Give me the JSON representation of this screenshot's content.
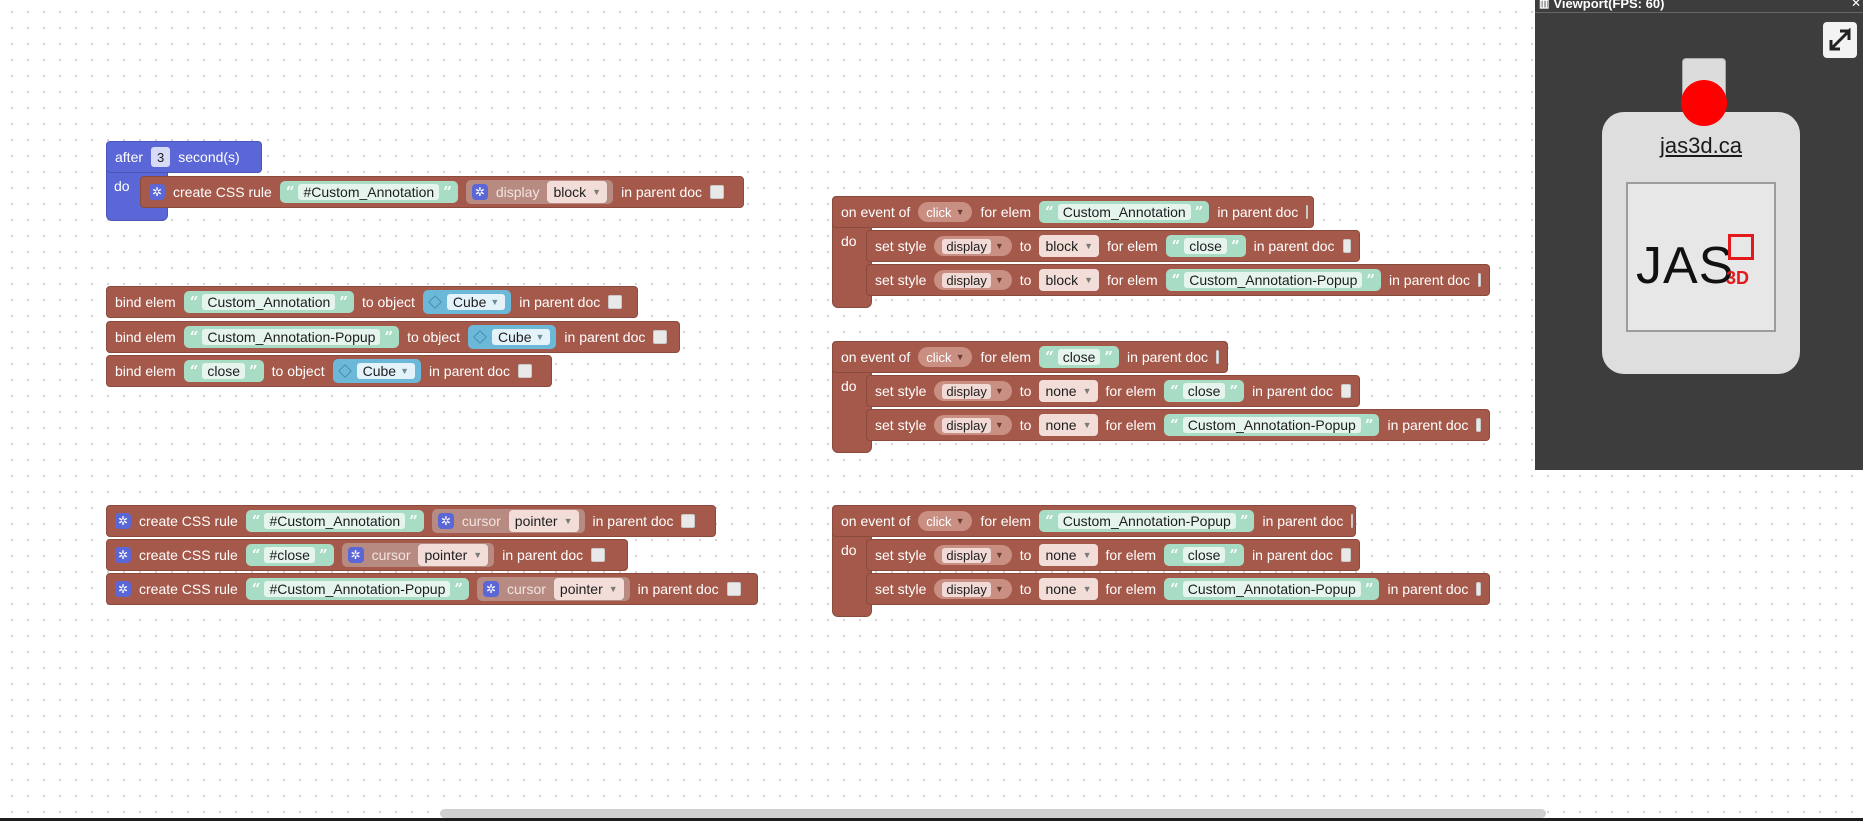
{
  "delay_block": {
    "after": "after",
    "seconds_value": "3",
    "seconds": "second(s)",
    "do": "do",
    "css_rule": {
      "label": "create CSS rule",
      "selector": "#Custom_Annotation",
      "property": "display",
      "value": "block",
      "scope": "in parent doc"
    }
  },
  "bind_blocks": [
    {
      "label": "bind elem",
      "elem": "Custom_Annotation",
      "to": "to object",
      "object": "Cube",
      "scope": "in parent doc"
    },
    {
      "label": "bind elem",
      "elem": "Custom_Annotation-Popup",
      "to": "to object",
      "object": "Cube",
      "scope": "in parent doc"
    },
    {
      "label": "bind elem",
      "elem": "close",
      "to": "to object",
      "object": "Cube",
      "scope": "in parent doc"
    }
  ],
  "css_blocks": [
    {
      "label": "create CSS rule",
      "selector": "#Custom_Annotation",
      "property": "cursor",
      "value": "pointer",
      "scope": "in parent doc"
    },
    {
      "label": "create CSS rule",
      "selector": "#close",
      "property": "cursor",
      "value": "pointer",
      "scope": "in parent doc"
    },
    {
      "label": "create CSS rule",
      "selector": "#Custom_Annotation-Popup",
      "property": "cursor",
      "value": "pointer",
      "scope": "in parent doc"
    }
  ],
  "event_blocks": [
    {
      "on": "on event of",
      "event": "click",
      "for": "for elem",
      "elem": "Custom_Annotation",
      "scope": "in parent doc",
      "do": "do",
      "statements": [
        {
          "label": "set style",
          "prop": "display",
          "to": "to",
          "value": "block",
          "for": "for elem",
          "elem": "close",
          "scope": "in parent doc"
        },
        {
          "label": "set style",
          "prop": "display",
          "to": "to",
          "value": "block",
          "for": "for elem",
          "elem": "Custom_Annotation-Popup",
          "scope": "in parent doc"
        }
      ]
    },
    {
      "on": "on event of",
      "event": "click",
      "for": "for elem",
      "elem": "close",
      "scope": "in parent doc",
      "do": "do",
      "statements": [
        {
          "label": "set style",
          "prop": "display",
          "to": "to",
          "value": "none",
          "for": "for elem",
          "elem": "close",
          "scope": "in parent doc"
        },
        {
          "label": "set style",
          "prop": "display",
          "to": "to",
          "value": "none",
          "for": "for elem",
          "elem": "Custom_Annotation-Popup",
          "scope": "in parent doc"
        }
      ]
    },
    {
      "on": "on event of",
      "event": "click",
      "for": "for elem",
      "elem": "Custom_Annotation-Popup",
      "scope": "in parent doc",
      "do": "do",
      "statements": [
        {
          "label": "set style",
          "prop": "display",
          "to": "to",
          "value": "none",
          "for": "for elem",
          "elem": "close",
          "scope": "in parent doc"
        },
        {
          "label": "set style",
          "prop": "display",
          "to": "to",
          "value": "none",
          "for": "for elem",
          "elem": "Custom_Annotation-Popup",
          "scope": "in parent doc"
        }
      ]
    }
  ],
  "viewport": {
    "title": "Viewport(FPS: 60)",
    "link": "jas3d.ca",
    "logo_text": "JAS",
    "logo_suffix": "3D"
  },
  "colors": {
    "block_brown": "#a5594a",
    "block_control": "#5b67d6",
    "string_green": "#a8dcc4",
    "viewport_bg": "#3d3d3d",
    "accent_red": "#ff0000"
  }
}
